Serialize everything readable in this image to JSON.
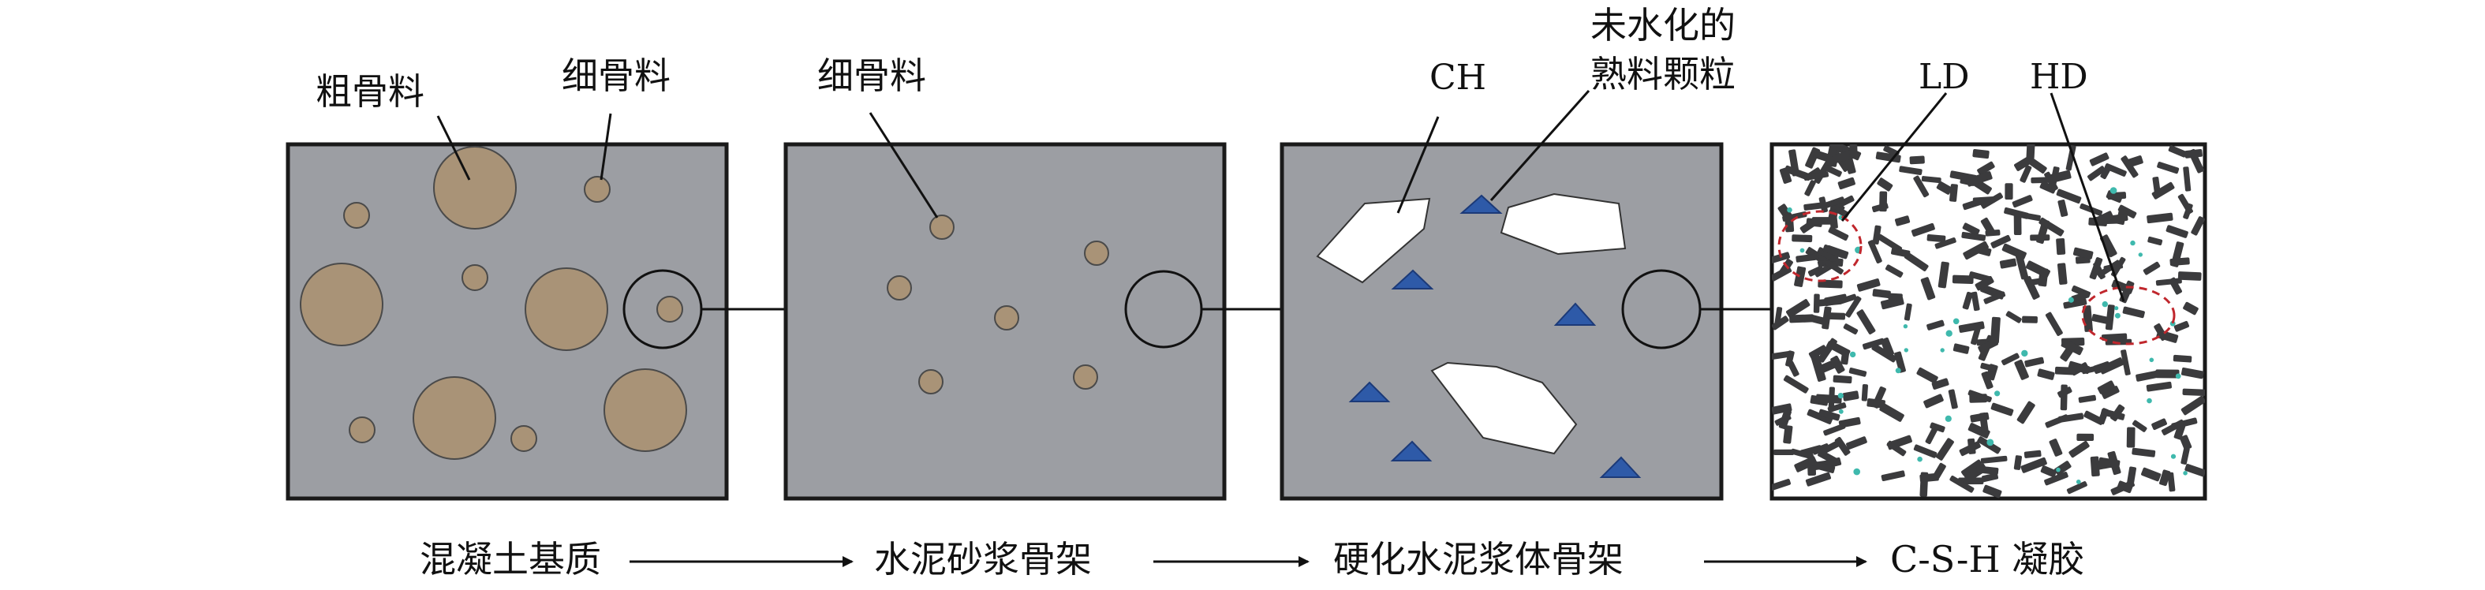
{
  "panel1": {
    "callouts": {
      "coarse": "粗骨料",
      "fine": "细骨料"
    },
    "caption": "混凝土基质"
  },
  "panel2": {
    "callouts": {
      "fine": "细骨料"
    },
    "caption": "水泥砂浆骨架"
  },
  "panel3": {
    "callouts": {
      "ch": "CH",
      "clinker_line1": "未水化的",
      "clinker_line2": "熟料颗粒"
    },
    "caption": "硬化水泥浆体骨架"
  },
  "panel4": {
    "callouts": {
      "ld": "LD",
      "hd": "HD"
    },
    "caption": "C-S-H 凝胶"
  },
  "colors": {
    "panel_fill": "#9c9ea3",
    "aggregate_fill": "#a99377",
    "clinker_fill": "#2e5aa8",
    "ch_fill": "#ffffff",
    "csh_fill": "#3b3b3d",
    "water_fill": "#3fb9ad",
    "region_outline": "#c0272d"
  }
}
